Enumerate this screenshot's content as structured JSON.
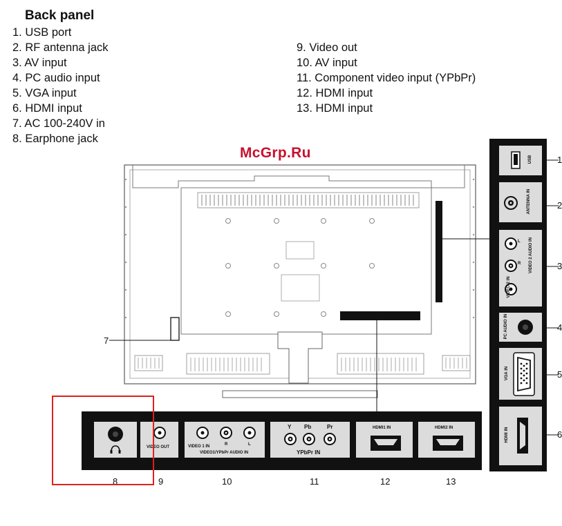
{
  "title": "Back panel",
  "left_list": [
    "1. USB port",
    "2. RF antenna jack",
    "3. AV input",
    "4. PC audio input",
    "5. VGA input",
    "6. HDMI input",
    "7. AC 100-240V in",
    "8. Earphone jack"
  ],
  "right_list": [
    "9. Video out",
    "10. AV input",
    "11. Component video input (YPbPr)",
    "12. HDMI input",
    "13. HDMI input"
  ],
  "watermark": "McGrp.Ru",
  "side_panel": {
    "usb_label": "USB",
    "antenna_label": "ANTENNA IN",
    "video2_audio_label": "VIDEO 2 AUDIO IN",
    "video2_in_label": "VIDEO 2 IN",
    "l_label": "L",
    "r_label": "R",
    "pc_audio_label": "PC AUDIO IN",
    "vga_label": "VGA IN",
    "hdmi_label": "HDMI IN",
    "callouts": [
      "1",
      "2",
      "3",
      "4",
      "5",
      "6"
    ]
  },
  "tv_callout": "7",
  "bottom_strip": {
    "video_out_label": "VIDEO OUT",
    "video1_in_label": "VIDEO 1 IN",
    "r_label": "R",
    "l_label": "L",
    "av_audio_label": "VIDEO1/YPbPr AUDIO IN",
    "y_label": "Y",
    "pb_label": "Pb",
    "pr_label": "Pr",
    "ypbpr_label": "YPbPr IN",
    "hdmi1_label": "HDMI1 IN",
    "hdmi2_label": "HDMI2 IN",
    "callouts": [
      "8",
      "9",
      "10",
      "11",
      "12",
      "13"
    ]
  }
}
